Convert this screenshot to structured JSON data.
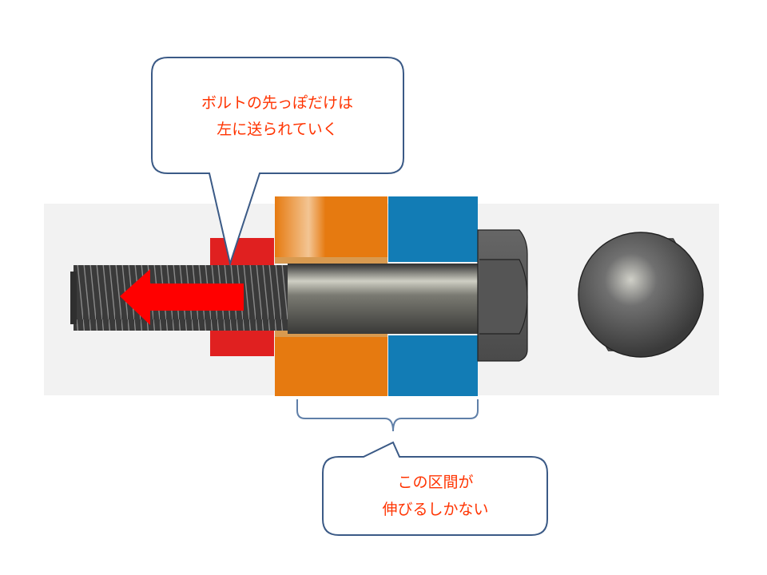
{
  "callouts": {
    "top": {
      "line1": "ボルトの先っぽだけは",
      "line2": "左に送られていく"
    },
    "bottom": {
      "line1": "この区間が",
      "line2": "伸びるしかない"
    }
  },
  "colors": {
    "top_text": "#ff3300",
    "bottom_text": "#ff3300",
    "callout_border": "#3b5a86",
    "red_nut": "#e02020",
    "orange_plate": "#e67a10",
    "blue_plate": "#127cb5",
    "bolt": "#555555",
    "arrow": "#ff0000",
    "hex_outline": "#c99a3c"
  },
  "icons": {
    "arrow": "left-arrow-icon",
    "bolt_end_view": "hex-bolt-end-view"
  }
}
